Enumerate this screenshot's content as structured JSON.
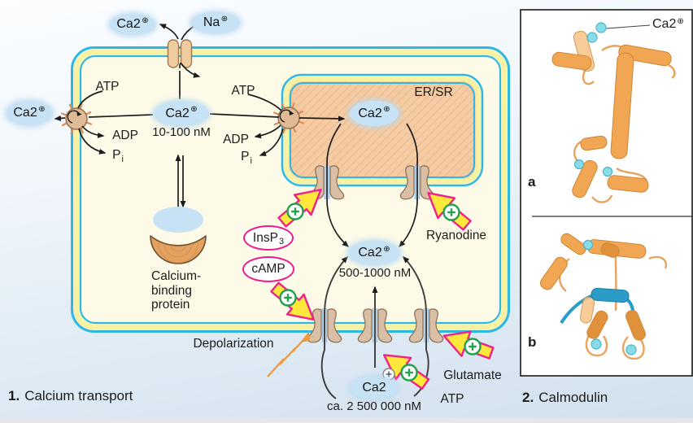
{
  "figure": {
    "panel1": {
      "number": "1.",
      "title": "Calcium transport"
    },
    "panel2": {
      "number": "2.",
      "title": "Calmodulin",
      "sub_a": "a",
      "sub_b": "b"
    },
    "ions": {
      "ca_base": "Ca2",
      "ca_sup": "⊕",
      "na_base": "Na",
      "na_sup": "⊕"
    },
    "concentrations": {
      "cytosol": "10-100 nM",
      "elevated": "500-1000 nM",
      "extracellular": "ca. 2 500 000 nM"
    },
    "molecules": {
      "atp": "ATP",
      "adp": "ADP",
      "p_base": "P",
      "p_sub": "i",
      "insp3_base": "InsP",
      "insp3_sub": "3",
      "camp": "cAMP",
      "ryanodine": "Ryanodine",
      "glutamate": "Glutamate",
      "depolarization": "Depolarization"
    },
    "organelles": {
      "er_sr": "ER/SR",
      "binding_protein_line1": "Calcium-",
      "binding_protein_line2": "binding",
      "binding_protein_line3": "protein"
    },
    "colors": {
      "membrane_cyan": "#2FB7E4",
      "membrane_yellow": "#F7F2A2",
      "cytosol": "#FDFBE8",
      "er_fill": "#F4CBA2",
      "ca_oval_blue": "#C7E2F4",
      "activation_arrow_yellow": "#FFE73B",
      "activation_outline_magenta": "#F0218A",
      "plus_green": "#21A34D",
      "signal_oval_outline": "#EC1C8D",
      "channel_tan": "#D9BFA6",
      "helix_orange": "#F1A654",
      "target_helix_blue": "#2B9BC8",
      "ca_sphere_cyan": "#8ADBE8",
      "depolarization_orange": "#EF9A3C"
    }
  }
}
